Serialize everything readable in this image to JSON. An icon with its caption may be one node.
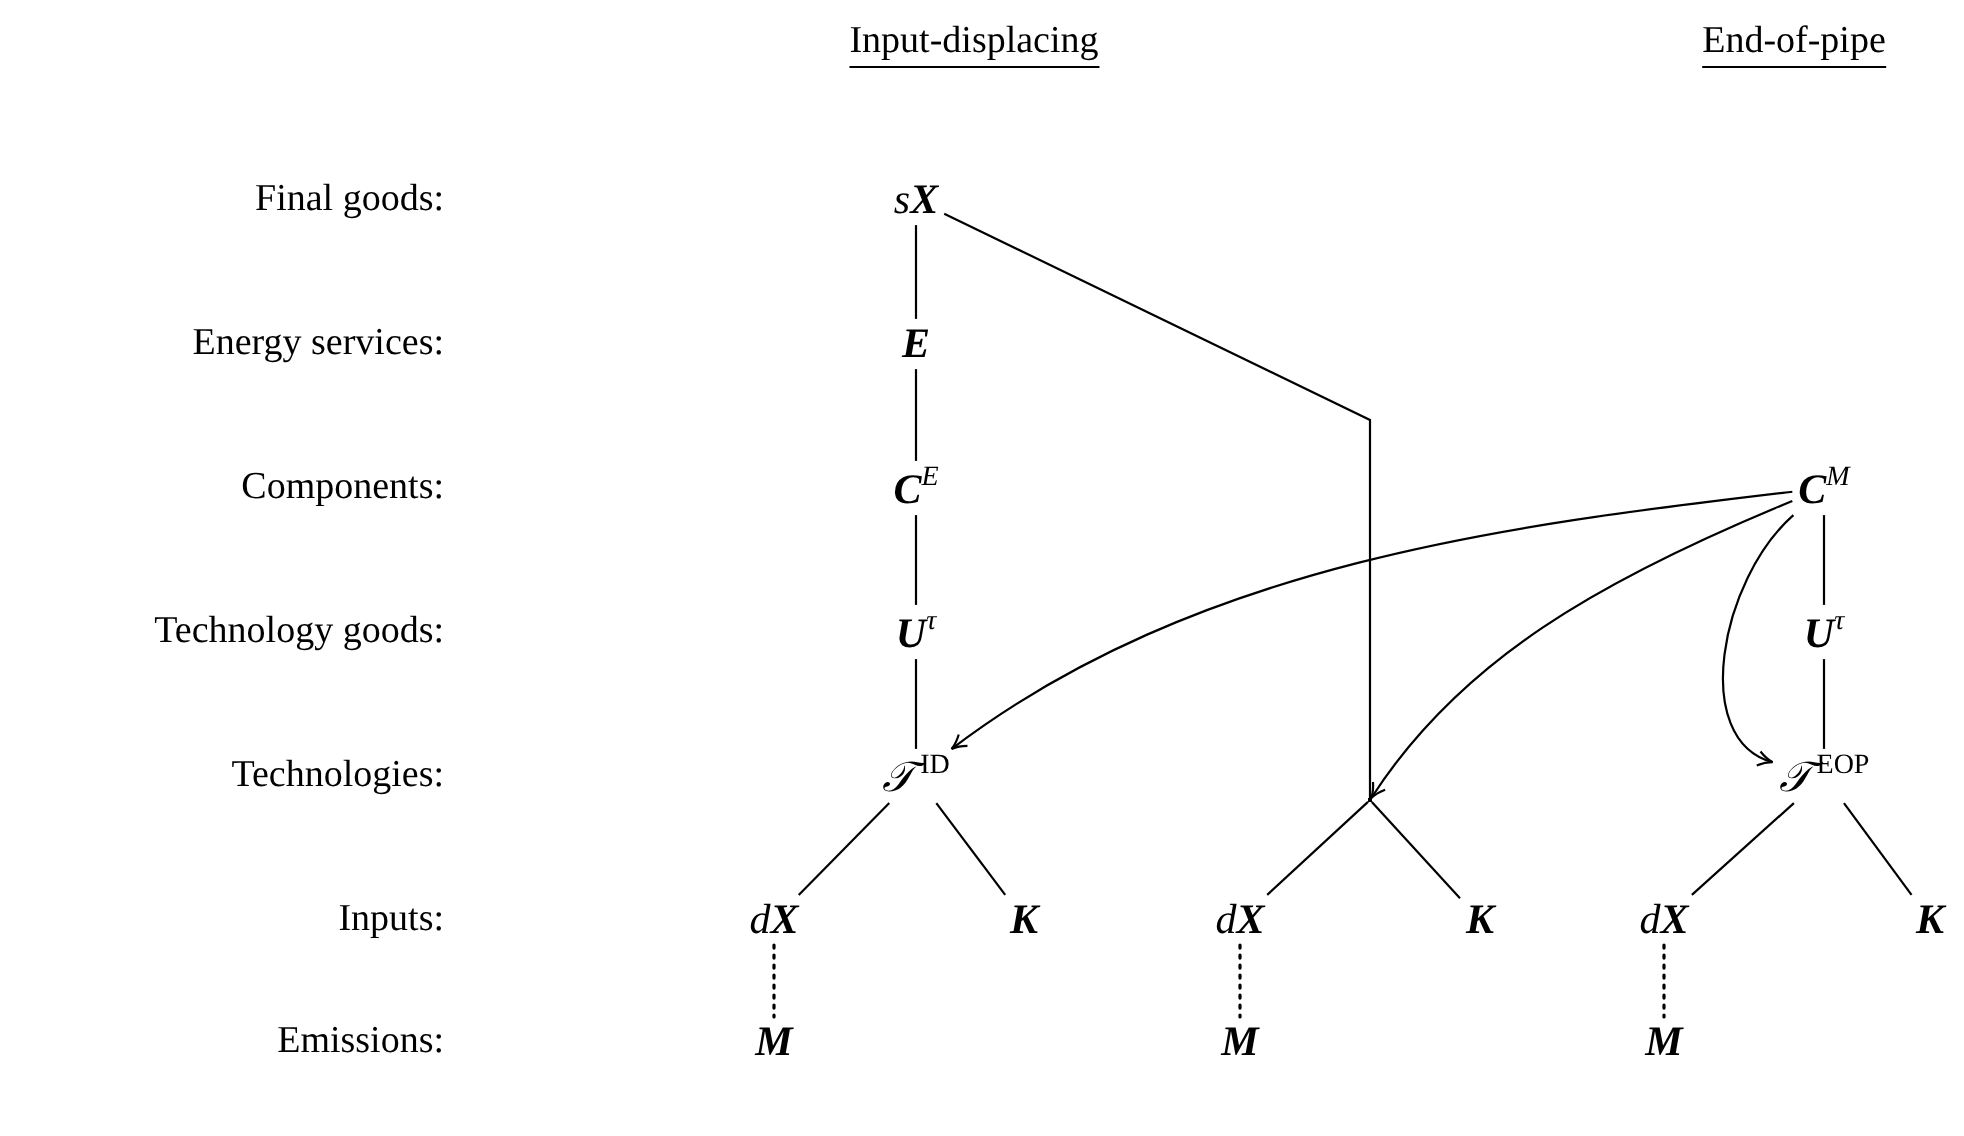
{
  "diagram": {
    "nodes": [
      {
        "text": [
          "s**X**"
        ]
      },
      {
        "text": [
          "E"
        ]
      },
      {
        "text": [
          "**C**$^{E}$"
        ]
      },
      {
        "text": [
          "**U**$^{τ}$"
        ]
      },
      {
        "text": [
          "𝒯$^{ID}$"
        ]
      },
      {
        "text": [
          "d**X**"
        ]
      },
      {
        "text": [
          "K"
        ]
      },
      {
        "text": [
          "M"
        ]
      },
      {
        "text": [],
        "shape": "point"
      },
      {
        "text": [
          "d**X**"
        ]
      },
      {
        "text": [
          "K"
        ]
      },
      {
        "text": [
          "M"
        ]
      },
      {
        "text": [
          "**C**$^{M}$"
        ]
      },
      {
        "text": [
          "**U**$^{τ}$"
        ]
      },
      {
        "text": [
          "𝒯$^{EOP}$"
        ]
      },
      {
        "text": [
          "d**X**"
        ]
      },
      {
        "text": [
          "K"
        ]
      },
      {
        "text": [
          "M"
        ]
      }
    ],
    "edges": [
      {
        "from": 0,
        "to": 1,
        "arrow": "none"
      },
      {
        "from": 1,
        "to": 2,
        "arrow": "none"
      },
      {
        "from": 2,
        "to": 3,
        "arrow": "none"
      },
      {
        "from": 3,
        "to": 4,
        "arrow": "none"
      },
      {
        "from": 4,
        "to": 5,
        "arrow": "none"
      },
      {
        "from": 4,
        "to": 6,
        "arrow": "none"
      },
      {
        "from": 5,
        "to": 7,
        "arrow": "none",
        "style": "dashed"
      },
      {
        "from": 0,
        "to": 8,
        "arrow": "none"
      },
      {
        "from": 8,
        "to": 9,
        "arrow": "none"
      },
      {
        "from": 8,
        "to": 10,
        "arrow": "none"
      },
      {
        "from": 9,
        "to": 11,
        "arrow": "none",
        "style": "dashed"
      },
      {
        "from": 12,
        "to": 4,
        "arrow": "to"
      },
      {
        "from": 12,
        "to": 8,
        "arrow": "to"
      },
      {
        "from": 12,
        "to": 14,
        "arrow": "to"
      },
      {
        "from": 12,
        "to": 13,
        "arrow": "none"
      },
      {
        "from": 13,
        "to": 14,
        "arrow": "none"
      },
      {
        "from": 14,
        "to": 15,
        "arrow": "none"
      },
      {
        "from": 14,
        "to": 16,
        "arrow": "none"
      },
      {
        "from": 15,
        "to": 17,
        "arrow": "none",
        "style": "dashed"
      }
    ],
    "labels": [
      "Input-displacing",
      "End-of-pipe",
      "Final goods:",
      "Energy services:",
      "Components:",
      "Technology goods:",
      "Technologies:",
      "Inputs:",
      "Emissions:"
    ]
  }
}
